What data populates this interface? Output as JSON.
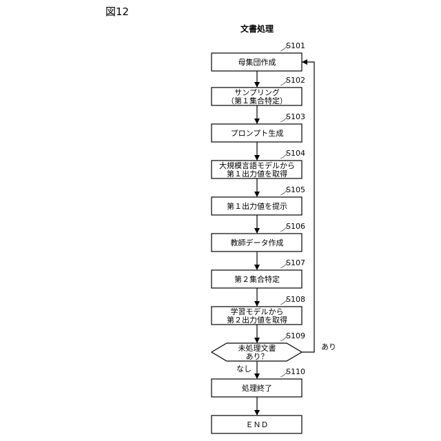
{
  "figure_label": "図12",
  "title": "文書処理",
  "steps": [
    {
      "code": "S101",
      "lines": [
        "母集団作成"
      ]
    },
    {
      "code": "S102",
      "lines": [
        "サンプリング",
        "（第１集合特定）"
      ]
    },
    {
      "code": "S103",
      "lines": [
        "プロンプト生成"
      ]
    },
    {
      "code": "S104",
      "lines": [
        "大規模言語モデルから",
        "第１出力値を取得"
      ]
    },
    {
      "code": "S105",
      "lines": [
        "第１出力値を提示"
      ]
    },
    {
      "code": "S106",
      "lines": [
        "教師データ作成"
      ]
    },
    {
      "code": "S107",
      "lines": [
        "第２集合特定"
      ]
    },
    {
      "code": "S108",
      "lines": [
        "学習モデルから",
        "第２出力値を取得"
      ]
    }
  ],
  "decision": {
    "code": "S109",
    "lines": [
      "未処理文書",
      "あり？"
    ],
    "yes_label": "あり",
    "no_label": "なし"
  },
  "final_step": {
    "code": "S110",
    "lines": [
      "処理終了"
    ]
  },
  "end": {
    "lines": [
      "ＥＮＤ"
    ]
  }
}
